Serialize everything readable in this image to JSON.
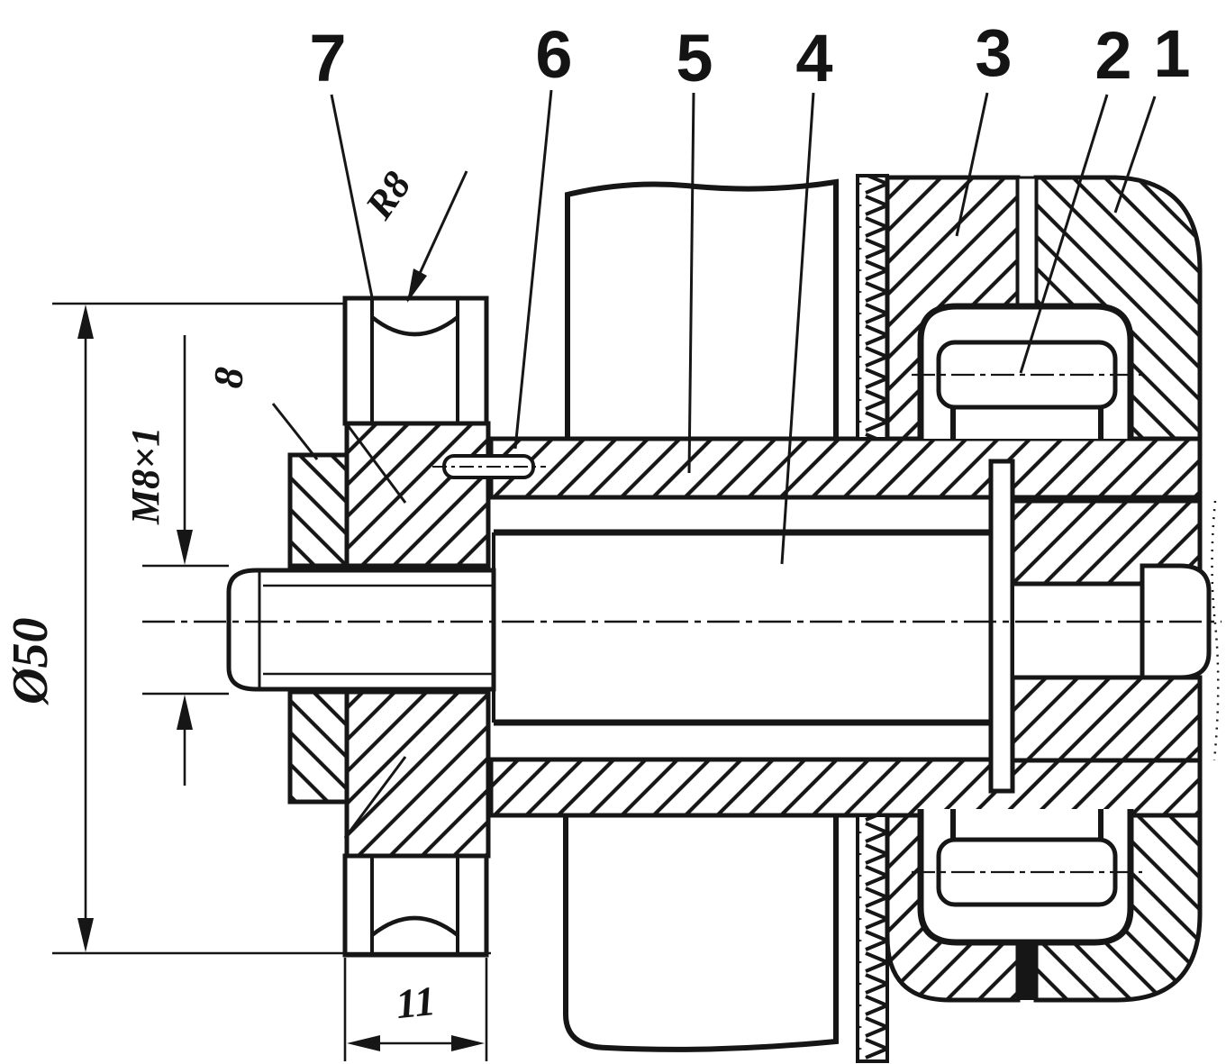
{
  "figure": {
    "description": "Technical cross-section assembly drawing of a belt pulley unit on a threaded spindle with bearing bracket",
    "callouts": {
      "c1": "1",
      "c2": "2",
      "c3": "3",
      "c4": "4",
      "c5": "5",
      "c6": "6",
      "c7": "7"
    },
    "dimensions": {
      "diameter_label": "Ø50",
      "thread_label": "M8×1",
      "radius_label": "R8",
      "hub_label": "8",
      "width_label": "11"
    },
    "colors": {
      "ink": "#161616",
      "paper": "#ffffff"
    }
  }
}
